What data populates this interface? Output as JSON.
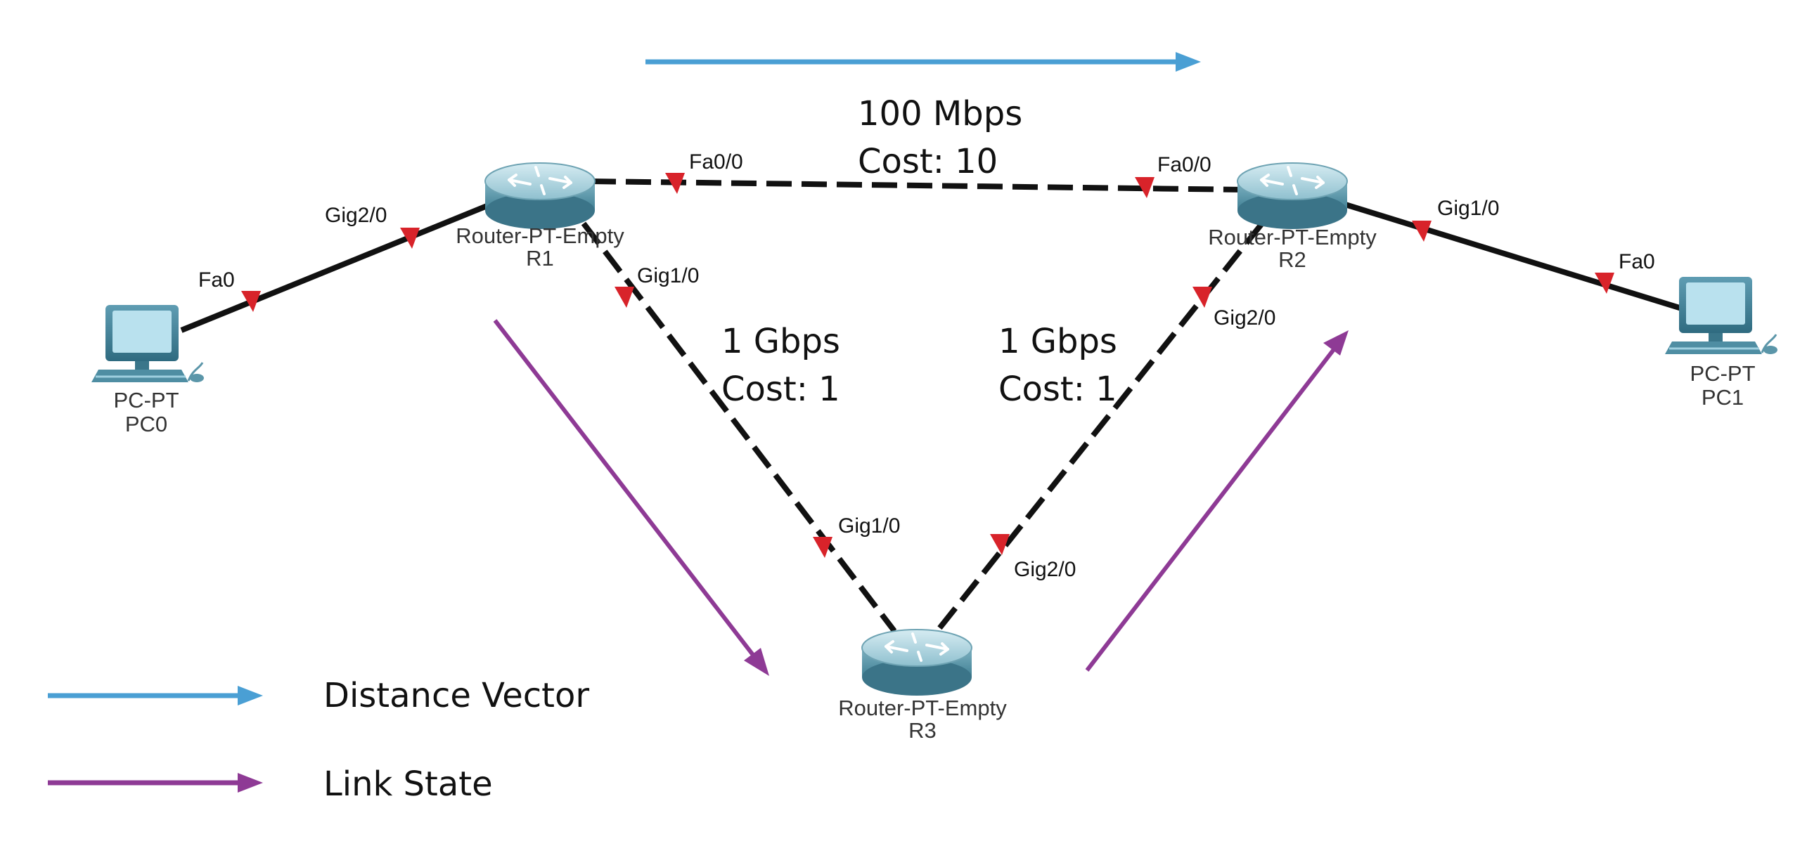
{
  "colors": {
    "distance_vector": "#4a9fd4",
    "link_state": "#8e3a95",
    "port_marker": "#d8232a",
    "link_line": "#111111",
    "router_body": "#6fa8b8",
    "pc_screen": "#9fd3e6"
  },
  "devices": {
    "r1": {
      "model": "Router-PT-Empty",
      "name": "R1",
      "icon": "router-icon"
    },
    "r2": {
      "model": "Router-PT-Empty",
      "name": "R2",
      "icon": "router-icon"
    },
    "r3": {
      "model": "Router-PT-Empty",
      "name": "R3",
      "icon": "router-icon"
    },
    "pc0": {
      "model": "PC-PT",
      "name": "PC0",
      "icon": "pc-icon"
    },
    "pc1": {
      "model": "PC-PT",
      "name": "PC1",
      "icon": "pc-icon"
    }
  },
  "ports": {
    "pc0_fa0": "Fa0",
    "r1_gig2": "Gig2/0",
    "r1_fa0": "Fa0/0",
    "r1_gig1": "Gig1/0",
    "r2_fa0": "Fa0/0",
    "r2_gig1": "Gig1/0",
    "r2_gig2": "Gig2/0",
    "pc1_fa0": "Fa0",
    "r3_gig1": "Gig1/0",
    "r3_gig2": "Gig2/0"
  },
  "links": {
    "r1_r2": {
      "speed": "100 Mbps",
      "cost": "Cost: 10"
    },
    "r1_r3": {
      "speed": "1 Gbps",
      "cost": "Cost: 1"
    },
    "r2_r3": {
      "speed": "1 Gbps",
      "cost": "Cost: 1"
    }
  },
  "legend": {
    "distance_vector": "Distance Vector",
    "link_state": "Link State"
  }
}
